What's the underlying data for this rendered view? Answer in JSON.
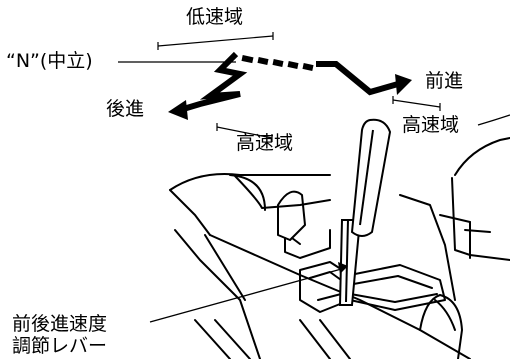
{
  "labels": {
    "neutral": "“N”(中立)",
    "low_speed": "低速域",
    "reverse": "後進",
    "forward": "前進",
    "reverse_high_speed": "高速域",
    "forward_high_speed": "高速域",
    "lever_line1": "前後進速度",
    "lever_line2": "調節レバー"
  },
  "colors": {
    "ink": "#000000",
    "paper": "#ffffff"
  }
}
